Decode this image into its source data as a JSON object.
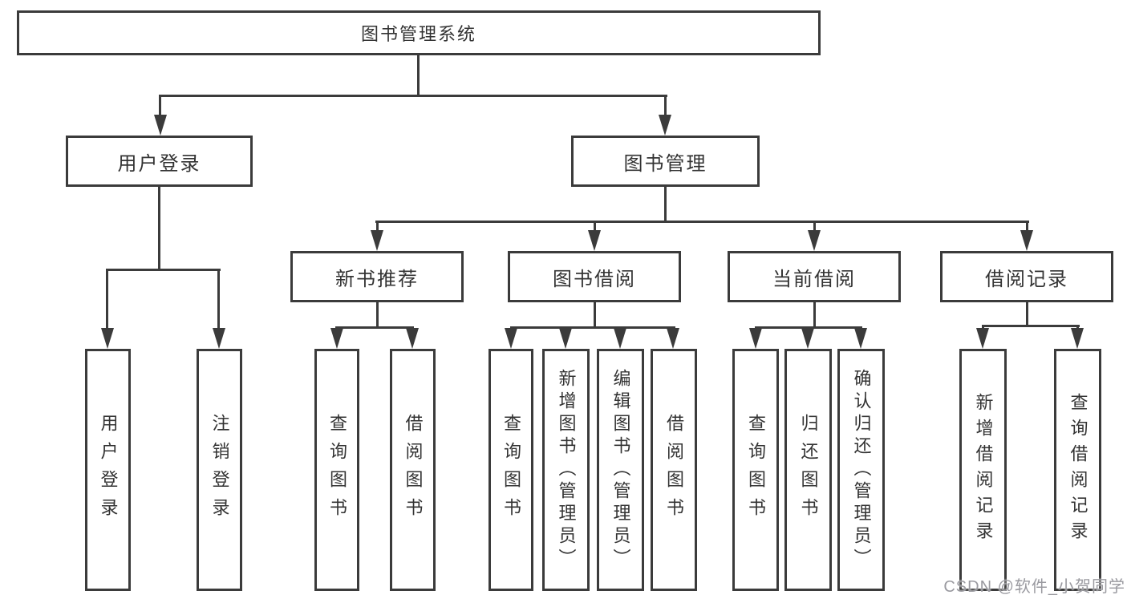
{
  "diagram_type": "hierarchy-tree",
  "tree": {
    "root": "图书管理系统",
    "children": [
      {
        "label": "用户登录",
        "children": [
          {
            "label": "用户登录"
          },
          {
            "label": "注销登录"
          }
        ]
      },
      {
        "label": "图书管理",
        "children": [
          {
            "label": "新书推荐",
            "children": [
              {
                "label": "查询图书"
              },
              {
                "label": "借阅图书"
              }
            ]
          },
          {
            "label": "图书借阅",
            "children": [
              {
                "label": "查询图书"
              },
              {
                "label": "新增图书（管理员）"
              },
              {
                "label": "编辑图书（管理员）"
              },
              {
                "label": "借阅图书"
              }
            ]
          },
          {
            "label": "当前借阅",
            "children": [
              {
                "label": "查询图书"
              },
              {
                "label": "归还图书"
              },
              {
                "label": "确认归还（管理员）"
              }
            ]
          },
          {
            "label": "借阅记录",
            "children": [
              {
                "label": "新增借阅记录"
              },
              {
                "label": "查询借阅记录"
              }
            ]
          }
        ]
      }
    ]
  },
  "watermark": "CSDN @软件_小贺同学",
  "colors": {
    "line": "#3b3b3b",
    "text": "#333333",
    "watermark": "#9a9aa0",
    "background": "#ffffff"
  }
}
